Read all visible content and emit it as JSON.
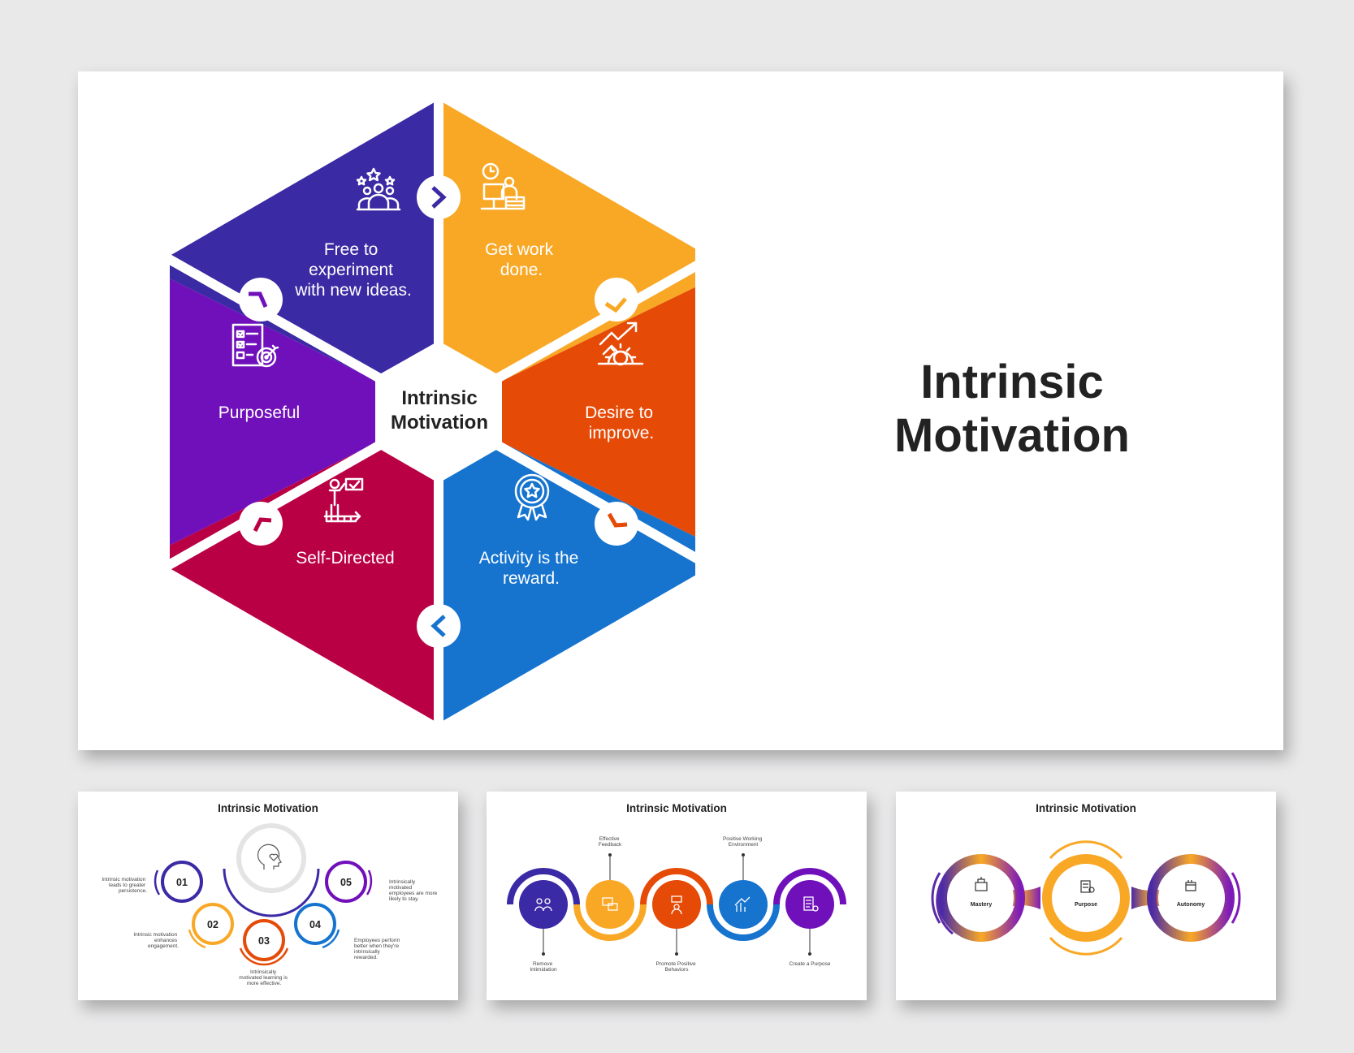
{
  "main_slide": {
    "title_line1": "Intrinsic",
    "title_line2": "Motivation",
    "center_line1": "Intrinsic",
    "center_line2": "Motivation",
    "segments": [
      {
        "lines": [
          "Free to",
          "experiment",
          "with new ideas."
        ],
        "color": "#3a2aa3",
        "icon": "team-stars-icon"
      },
      {
        "lines": [
          "Get work",
          "done."
        ],
        "color": "#f9a826",
        "icon": "work-clock-icon"
      },
      {
        "lines": [
          "Desire to",
          "improve."
        ],
        "color": "#e64a07",
        "icon": "growth-gear-icon"
      },
      {
        "lines": [
          "Activity is the",
          "reward."
        ],
        "color": "#1674cf",
        "icon": "award-badge-icon"
      },
      {
        "lines": [
          "Self-Directed"
        ],
        "color": "#ba0044",
        "icon": "presenter-icon"
      },
      {
        "lines": [
          "Purposeful"
        ],
        "color": "#7010bb",
        "icon": "checklist-target-icon"
      }
    ]
  },
  "thumb1": {
    "title": "Intrinsic Motivation",
    "items": [
      {
        "num": "01",
        "color": "#3b2aa6",
        "text": [
          "Intrinsic motivation",
          "leads to greater",
          "persistence."
        ]
      },
      {
        "num": "02",
        "color": "#f9a826",
        "text": [
          "Intrinsic motivation",
          "enhances",
          "engagement."
        ]
      },
      {
        "num": "03",
        "color": "#e64a07",
        "text": [
          "Intrinsically",
          "motivated learning is",
          "more effective."
        ]
      },
      {
        "num": "04",
        "color": "#1674cf",
        "text": [
          "Employees perform",
          "better when they're",
          "intrinsically",
          "rewarded."
        ]
      },
      {
        "num": "05",
        "color": "#7010bb",
        "text": [
          "Intrinsically",
          "motivated",
          "employees are more",
          "likely to stay."
        ]
      }
    ]
  },
  "thumb2": {
    "title": "Intrinsic Motivation",
    "items": [
      {
        "color": "#3b2aa6",
        "label": [
          "Remove",
          "Intimidation"
        ]
      },
      {
        "color": "#f9a826",
        "label": [
          "Effective",
          "Feedback"
        ]
      },
      {
        "color": "#e64a07",
        "label": [
          "Promote Positive",
          "Behaviors"
        ]
      },
      {
        "color": "#1674cf",
        "label": [
          "Positive Working",
          "Environment"
        ]
      },
      {
        "color": "#7010bb",
        "label": [
          "Create a Purpose"
        ]
      }
    ]
  },
  "thumb3": {
    "title": "Intrinsic Motivation",
    "items": [
      {
        "label": "Mastery",
        "color": "#5b2aa6"
      },
      {
        "label": "Purpose",
        "color": "#f9a826"
      },
      {
        "label": "Autonomy",
        "color": "#7d1bb8"
      }
    ]
  }
}
